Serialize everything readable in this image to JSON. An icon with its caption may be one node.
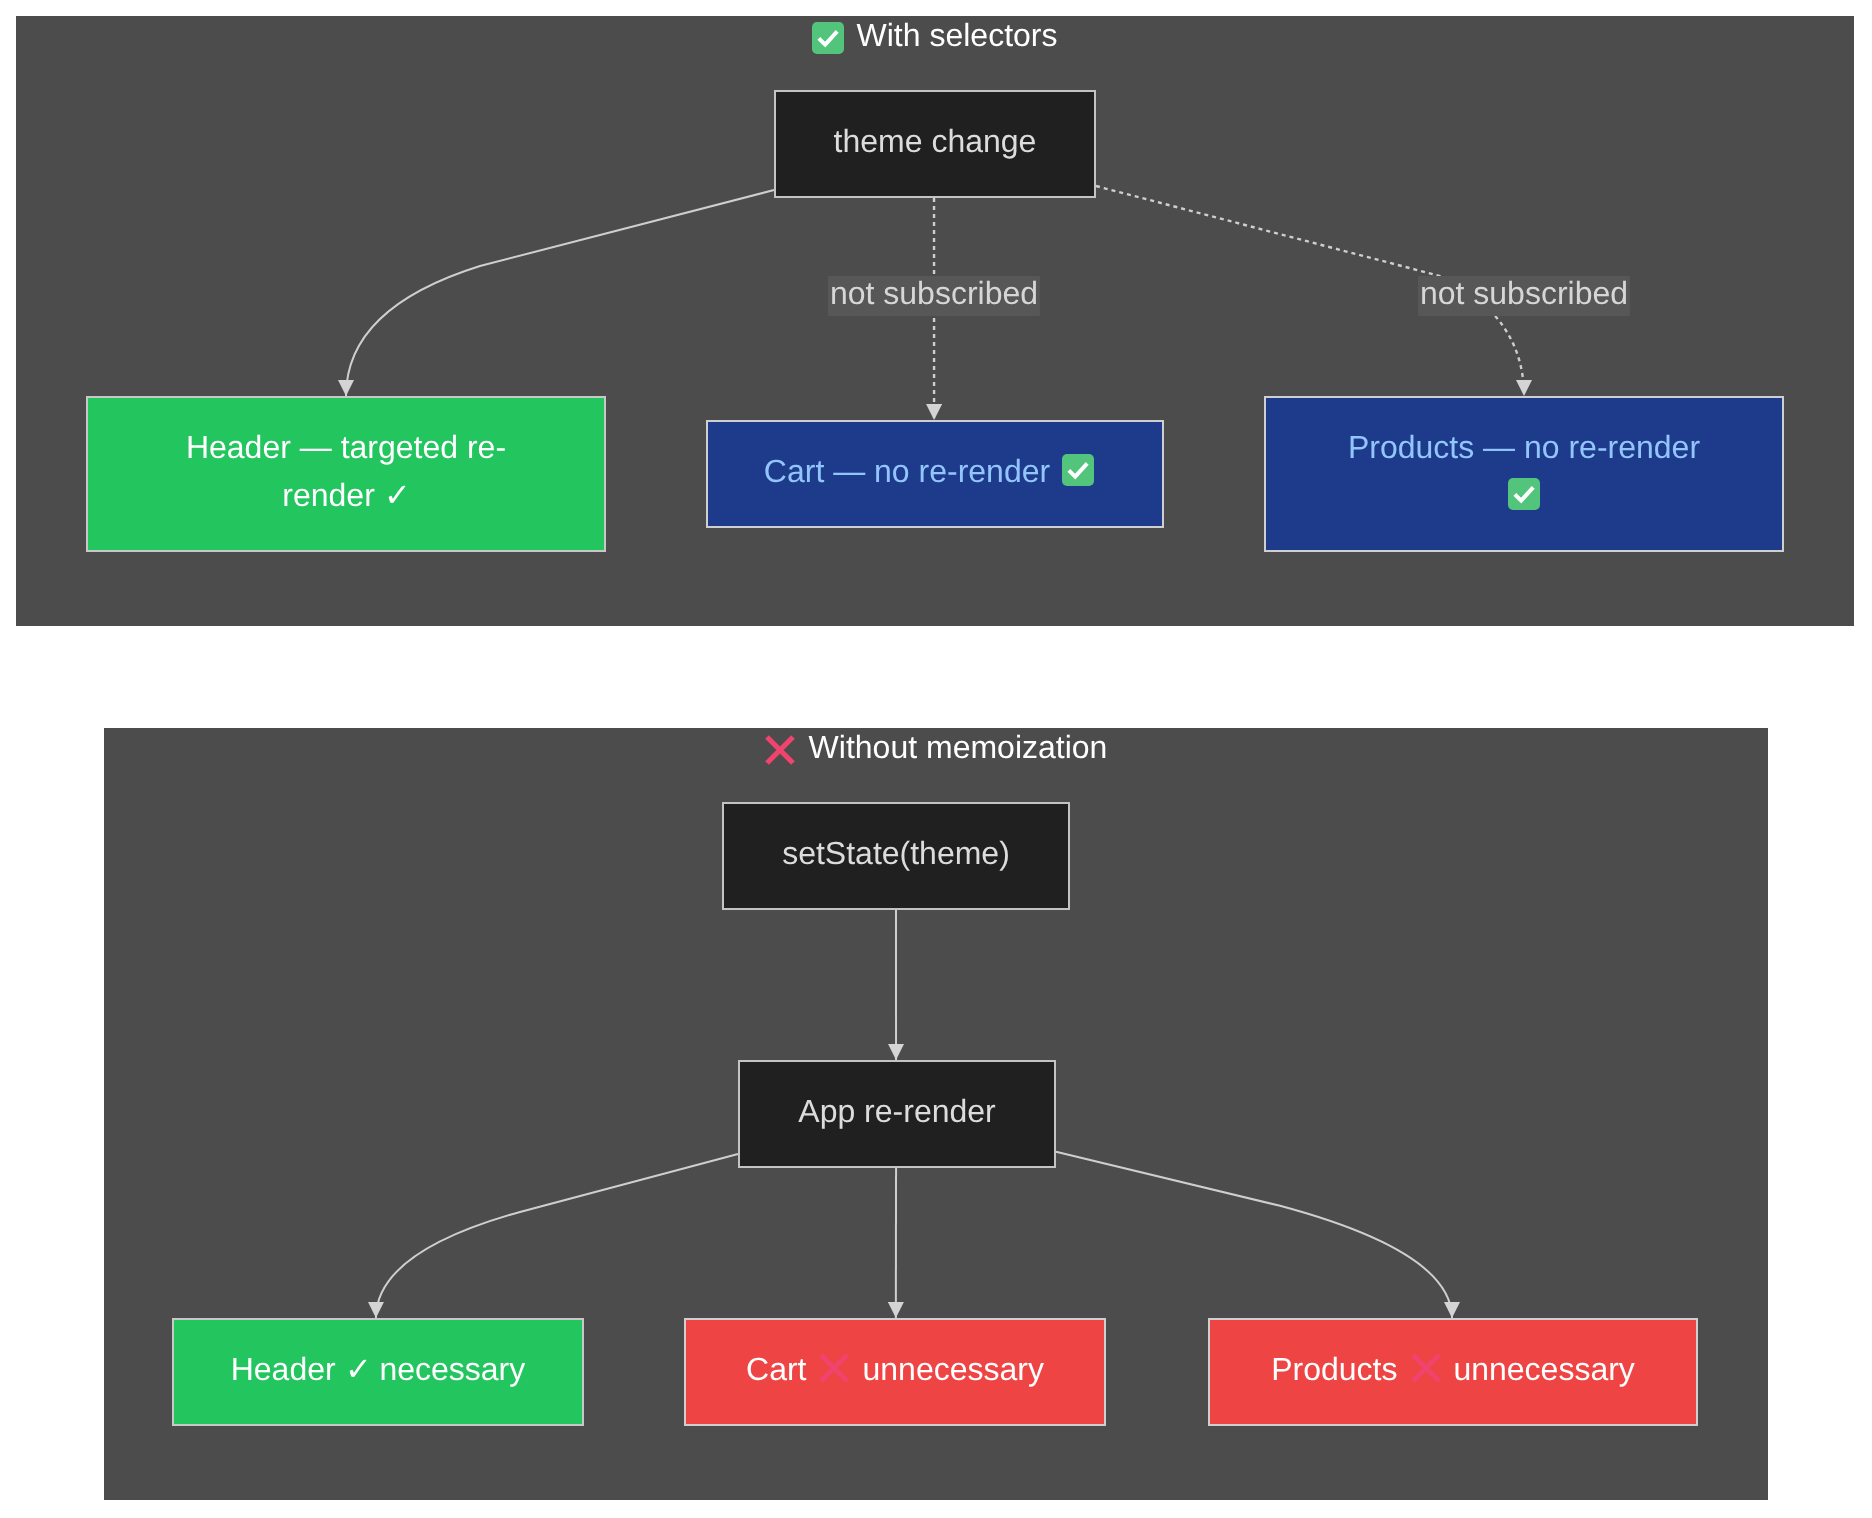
{
  "diagram": {
    "nodes": [
      {
        "text": [
          "With selectors"
        ]
      },
      {
        "text": [
          "theme change"
        ],
        "in": 0
      },
      {
        "text": [
          "Header — targeted re-render ✓"
        ],
        "in": 0
      },
      {
        "text": [
          "Cart — no re-render"
        ],
        "in": 0
      },
      {
        "text": [
          "Products — no re-render"
        ],
        "in": 0
      },
      {
        "text": [
          "Without memoization"
        ]
      },
      {
        "text": [
          "setState(theme)"
        ],
        "in": 5
      },
      {
        "text": [
          "App re-render"
        ],
        "in": 5
      },
      {
        "text": [
          "Header ✓ necessary"
        ],
        "in": 5
      },
      {
        "text": [
          "Cart",
          "unnecessary"
        ],
        "in": 5
      },
      {
        "text": [
          "Products",
          "unnecessary"
        ],
        "in": 5
      }
    ],
    "edges": [
      {
        "from": 1,
        "to": 2,
        "arrow": "to"
      },
      {
        "from": 1,
        "to": 3,
        "arrow": "to",
        "label": "not subscribed",
        "style": "dashed"
      },
      {
        "from": 1,
        "to": 4,
        "arrow": "to",
        "label": "not subscribed",
        "style": "dashed"
      },
      {
        "from": 6,
        "to": 7,
        "arrow": "to"
      },
      {
        "from": 7,
        "to": 8,
        "arrow": "to"
      },
      {
        "from": 7,
        "to": 9,
        "arrow": "to"
      },
      {
        "from": 7,
        "to": 10,
        "arrow": "to"
      }
    ]
  }
}
